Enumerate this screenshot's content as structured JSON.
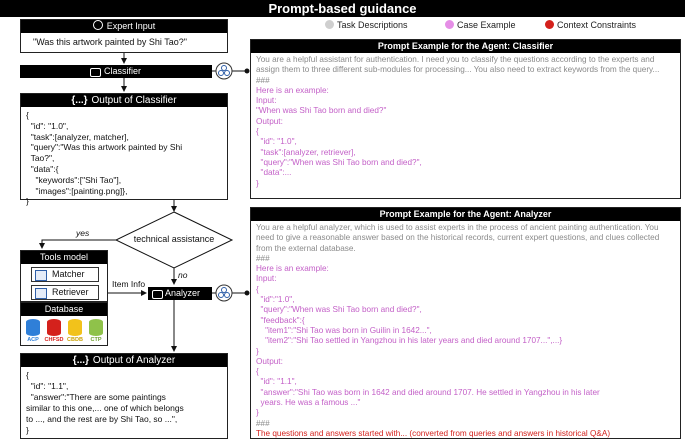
{
  "title": "Prompt-based guidance",
  "legend": [
    {
      "label": "Task Descriptions",
      "color": "#cfcfcf"
    },
    {
      "label": "Case Example",
      "color": "#e58ee6"
    },
    {
      "label": "Context Constraints",
      "color": "#d4211c"
    }
  ],
  "expert_input": {
    "header": "Expert Input",
    "text": "\"Was this artwork painted by Shi Tao?\""
  },
  "classifier": {
    "label": "Classifier"
  },
  "classifier_output": {
    "header": "Output of Classifier",
    "lines": [
      "{",
      "  \"id\": \"1.0\",",
      "  \"task\":[analyzer, matcher],",
      "  \"query\":\"Was this artwork painted by Shi",
      "  Tao?\",",
      "  \"data\":{",
      "    \"keywords\":[\"Shi Tao\"],",
      "    \"images\":[painting.png]},",
      "}"
    ]
  },
  "decision": {
    "label": "technical assistance",
    "yes": "yes",
    "no": "no"
  },
  "tools": {
    "header": "Tools model",
    "matcher": "Matcher",
    "retriever": "Retriever"
  },
  "database": {
    "header": "Database",
    "items": [
      {
        "name": "ACP",
        "color": "#2f7fd8"
      },
      {
        "name": "CHFSD",
        "color": "#d4211c"
      },
      {
        "name": "CBDB",
        "color": "#f2c21b"
      },
      {
        "name": "CTP",
        "color": "#8fc24a"
      }
    ]
  },
  "item_info": "Item Info",
  "analyzer": {
    "label": "Analyzer"
  },
  "analyzer_output": {
    "header": "Output of Analyzer",
    "lines": [
      "{",
      "  \"id\": \"1.1\",",
      "  \"answer\":\"There are some paintings",
      "similar to this one,... one of which belongs",
      "to ..., and the rest are by Shi Tao, so ...\",",
      "}"
    ]
  },
  "classifier_prompt": {
    "header": "Prompt Example for the Agent: Classifier",
    "desc": "You are a helpful assistant for authentication. I need you to classify the questions according to the experts and assign them to three different sub-modules for processing... You also need to extract keywords from the query...",
    "sep": "###",
    "example_lines": [
      "Here is an example:",
      "Input:",
      "\"When was Shi Tao born and died?\"",
      "Output:",
      "{",
      "  \"id\": \"1.0\",",
      "  \"task\":[analyzer, retriever],",
      "  \"query\":\"When was Shi Tao born and died?\",",
      "  \"data\":...",
      "}"
    ]
  },
  "analyzer_prompt": {
    "header": "Prompt Example for the Agent: Analyzer",
    "desc": "You are a helpful analyzer, which is used to assist experts in the process of ancient painting authentication. You need to give a reasonable answer based on the historical records, current expert questions, and clues collected from the external database.",
    "sep": "###",
    "example_lines": [
      "Here is an example:",
      "Input:",
      "{",
      "  \"id\":\"1.0\",",
      "  \"query\":\"When was Shi Tao born and died?\",",
      "  \"feedback\":{",
      "    \"item1\":\"Shi Tao was born in Guilin in 1642...\",",
      "    \"item2\":\"Shi Tao settled in Yangzhou in his later years and died around 1707...\",...}",
      "}",
      "Output:",
      "{",
      "  \"id\": \"1.1\",",
      "  \"answer\":\"Shi Tao was born in 1642 and died around 1707. He settled in Yangzhou in his later",
      "  years. He was a famous ...\"",
      "}"
    ],
    "sep2": "###",
    "constraint": "The questions and answers started with... (converted from queries and answers in historical Q&A)"
  }
}
